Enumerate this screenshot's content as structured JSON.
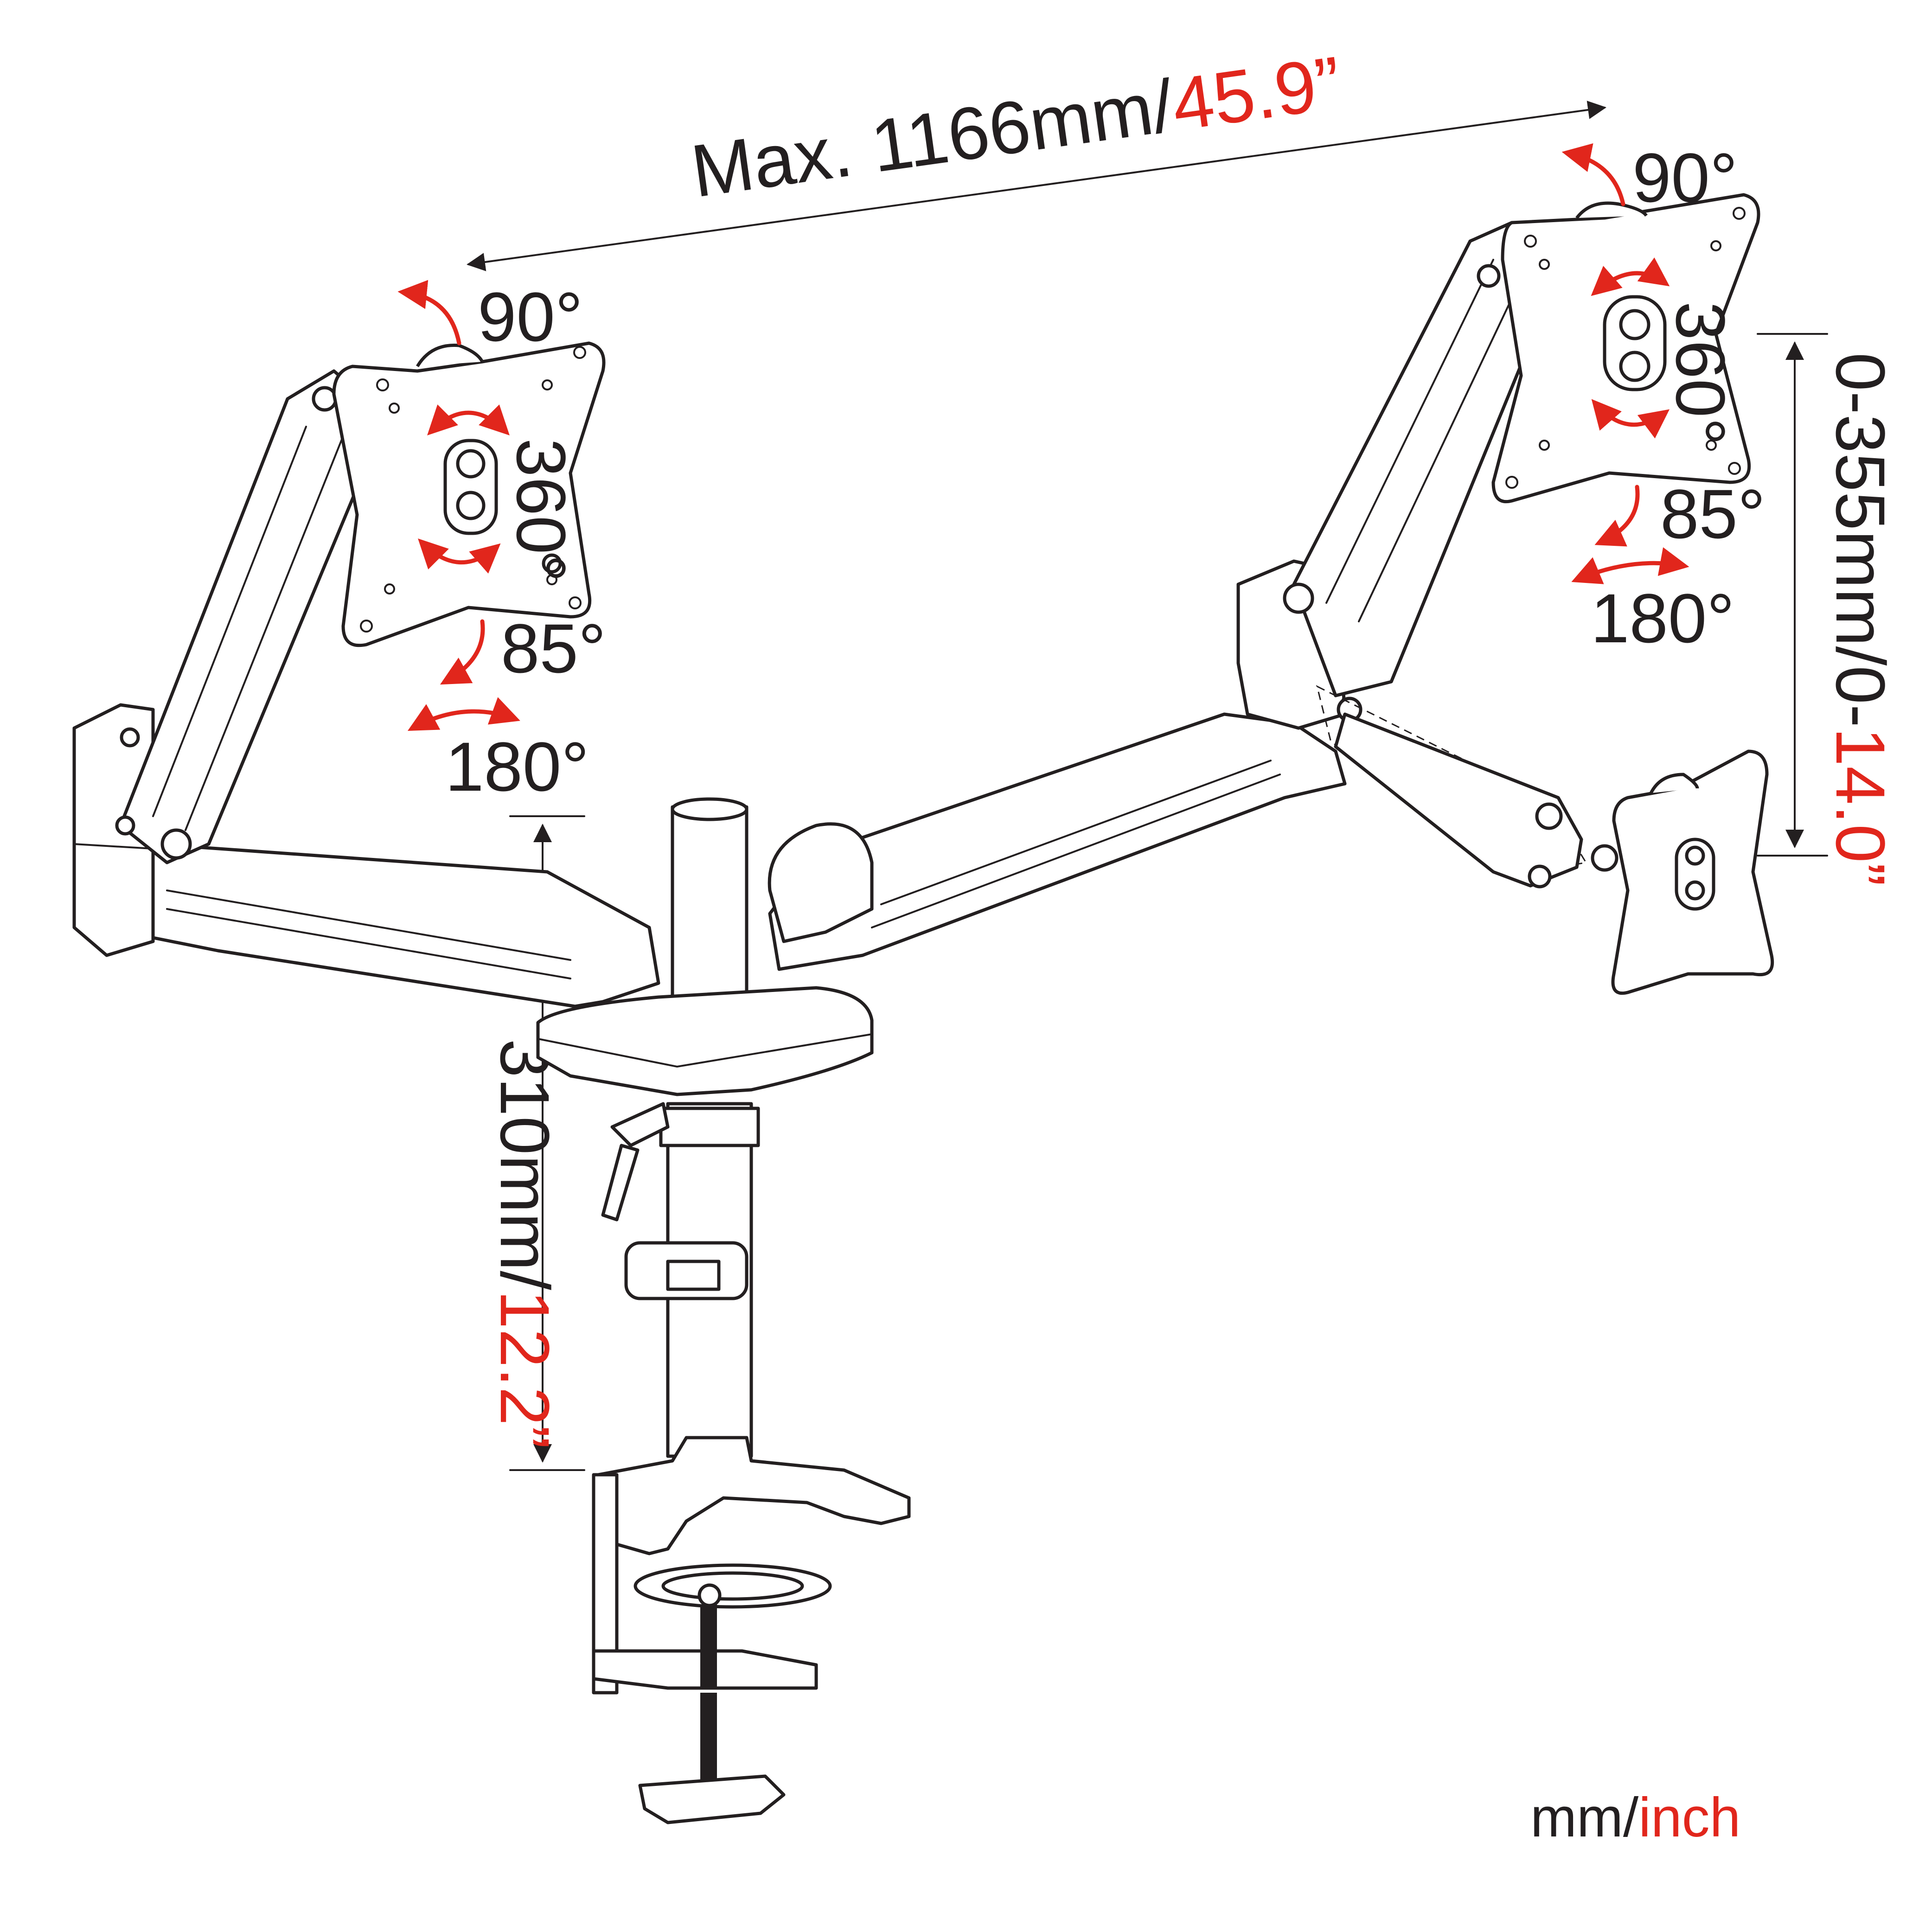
{
  "dimensions": {
    "width_label": "Max. 1166mm/",
    "width_inch": "45.9”",
    "height_label": "310mm/",
    "height_inch": "12.2”",
    "tilt_range_label": "0-355mm/0-",
    "tilt_range_inch": "14.0”"
  },
  "left_head": {
    "tilt_up": "90°",
    "rotate": "360°",
    "tilt_down": "85°",
    "swivel": "180°"
  },
  "right_head": {
    "tilt_up": "90°",
    "rotate": "360°",
    "tilt_down": "85°",
    "swivel": "180°"
  },
  "units": {
    "metric": "mm/",
    "imperial": "inch"
  },
  "colors": {
    "line": "#231f20",
    "accent": "#e1261c",
    "background": "#ffffff"
  },
  "icons": [
    "rotation-arrow-icon",
    "dimension-arrow-icon"
  ]
}
